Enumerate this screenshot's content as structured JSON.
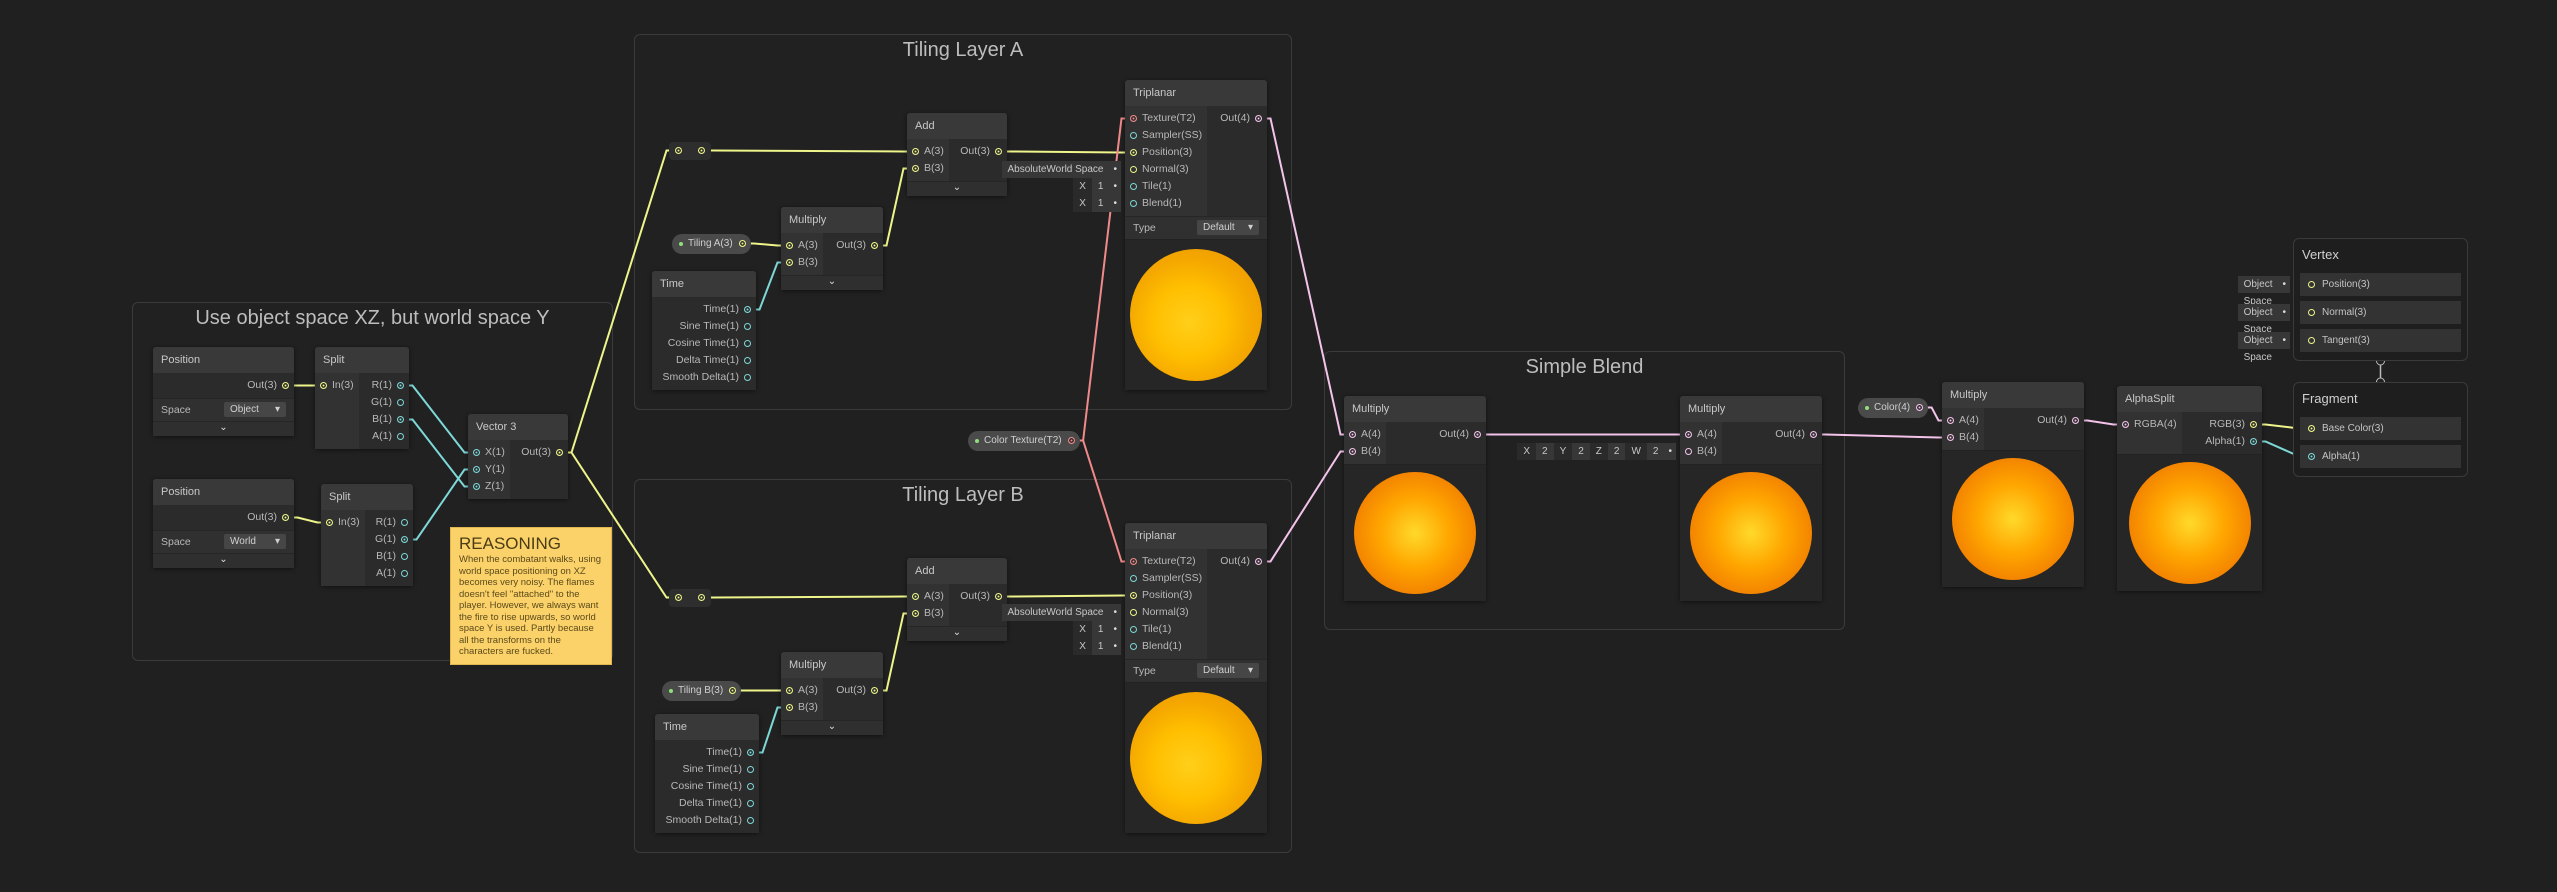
{
  "colors": {
    "vec3": "#eef58a",
    "float": "#7ed8d8",
    "vec4": "#f4c3ea",
    "texture": "#f08a8a",
    "background": "#202020",
    "note": "#fbd26a"
  },
  "groups": [
    {
      "id": "gObj",
      "title": "Use object space XZ, but world space Y"
    },
    {
      "id": "gA",
      "title": "Tiling Layer A"
    },
    {
      "id": "gB",
      "title": "Tiling Layer B"
    },
    {
      "id": "gBlend",
      "title": "Simple Blend"
    }
  ],
  "note": {
    "title": "REASONING",
    "body": "When the combatant walks, using world space positioning on XZ becomes very noisy. The flames doesn't feel \"attached\" to the player. However, we always want the fire to rise upwards, so world space Y is used. Partly because all the transforms on the characters are fucked."
  },
  "properties": [
    {
      "id": "tilA",
      "label": "Tiling A(3)",
      "type": "vec3"
    },
    {
      "id": "tilB",
      "label": "Tiling B(3)",
      "type": "vec3"
    },
    {
      "id": "colTex",
      "label": "Color Texture(T2)",
      "type": "texture"
    },
    {
      "id": "color",
      "label": "Color(4)",
      "type": "vec4"
    }
  ],
  "reroutes": [
    {
      "id": "rerA"
    },
    {
      "id": "rerB"
    }
  ],
  "nodes": [
    {
      "id": "pos1",
      "title": "Position",
      "outputs": [
        {
          "label": "Out(3)",
          "type": "vec3",
          "on": true
        }
      ],
      "props": [
        {
          "label": "Space",
          "value": "Object"
        }
      ],
      "collapse": "⌄"
    },
    {
      "id": "split1",
      "title": "Split",
      "inputs": [
        {
          "label": "In(3)",
          "type": "vec3",
          "on": true
        }
      ],
      "outputs": [
        {
          "label": "R(1)",
          "type": "float",
          "on": true
        },
        {
          "label": "G(1)",
          "type": "float"
        },
        {
          "label": "B(1)",
          "type": "float",
          "on": true
        },
        {
          "label": "A(1)",
          "type": "float"
        }
      ]
    },
    {
      "id": "pos2",
      "title": "Position",
      "outputs": [
        {
          "label": "Out(3)",
          "type": "vec3",
          "on": true
        }
      ],
      "props": [
        {
          "label": "Space",
          "value": "World"
        }
      ],
      "collapse": "⌄"
    },
    {
      "id": "split2",
      "title": "Split",
      "inputs": [
        {
          "label": "In(3)",
          "type": "vec3",
          "on": true
        }
      ],
      "outputs": [
        {
          "label": "R(1)",
          "type": "float"
        },
        {
          "label": "G(1)",
          "type": "float",
          "on": true
        },
        {
          "label": "B(1)",
          "type": "float"
        },
        {
          "label": "A(1)",
          "type": "float"
        }
      ]
    },
    {
      "id": "vec3",
      "title": "Vector 3",
      "inputs": [
        {
          "label": "X(1)",
          "type": "float",
          "on": true
        },
        {
          "label": "Y(1)",
          "type": "float",
          "on": true
        },
        {
          "label": "Z(1)",
          "type": "float",
          "on": true
        }
      ],
      "outputs": [
        {
          "label": "Out(3)",
          "type": "vec3",
          "on": true
        }
      ]
    },
    {
      "id": "addA",
      "title": "Add",
      "inputs": [
        {
          "label": "A(3)",
          "type": "vec3",
          "on": true
        },
        {
          "label": "B(3)",
          "type": "vec3",
          "on": true
        }
      ],
      "outputs": [
        {
          "label": "Out(3)",
          "type": "vec3",
          "on": true
        }
      ],
      "collapse": "⌄"
    },
    {
      "id": "mulA",
      "title": "Multiply",
      "inputs": [
        {
          "label": "A(3)",
          "type": "vec3",
          "on": true
        },
        {
          "label": "B(3)",
          "type": "vec3",
          "on": true
        }
      ],
      "outputs": [
        {
          "label": "Out(3)",
          "type": "vec3",
          "on": true
        }
      ],
      "collapse": "⌄"
    },
    {
      "id": "timeA",
      "title": "Time",
      "outputs": [
        {
          "label": "Time(1)",
          "type": "float",
          "on": true
        },
        {
          "label": "Sine Time(1)",
          "type": "float"
        },
        {
          "label": "Cosine Time(1)",
          "type": "float"
        },
        {
          "label": "Delta Time(1)",
          "type": "float"
        },
        {
          "label": "Smooth Delta(1)",
          "type": "float"
        }
      ]
    },
    {
      "id": "triA",
      "title": "Triplanar",
      "inputs": [
        {
          "label": "Texture(T2)",
          "type": "texture",
          "on": true
        },
        {
          "label": "Sampler(SS)",
          "type": "float"
        },
        {
          "label": "Position(3)",
          "type": "vec3",
          "on": true
        },
        {
          "label": "Normal(3)",
          "type": "vec3",
          "inline": {
            "text": "AbsoluteWorld Space"
          }
        },
        {
          "label": "Tile(1)",
          "type": "float",
          "inline": {
            "fields": [
              {
                "k": "X",
                "v": "1"
              }
            ]
          }
        },
        {
          "label": "Blend(1)",
          "type": "float",
          "inline": {
            "fields": [
              {
                "k": "X",
                "v": "1"
              }
            ]
          }
        }
      ],
      "outputs": [
        {
          "label": "Out(4)",
          "type": "vec4",
          "on": true
        }
      ],
      "props": [
        {
          "label": "Type",
          "value": "Default"
        }
      ],
      "preview": "plain"
    },
    {
      "id": "addB",
      "title": "Add",
      "inputs": [
        {
          "label": "A(3)",
          "type": "vec3",
          "on": true
        },
        {
          "label": "B(3)",
          "type": "vec3",
          "on": true
        }
      ],
      "outputs": [
        {
          "label": "Out(3)",
          "type": "vec3",
          "on": true
        }
      ],
      "collapse": "⌄"
    },
    {
      "id": "mulB",
      "title": "Multiply",
      "inputs": [
        {
          "label": "A(3)",
          "type": "vec3",
          "on": true
        },
        {
          "label": "B(3)",
          "type": "vec3",
          "on": true
        }
      ],
      "outputs": [
        {
          "label": "Out(3)",
          "type": "vec3",
          "on": true
        }
      ],
      "collapse": "⌄"
    },
    {
      "id": "timeB",
      "title": "Time",
      "outputs": [
        {
          "label": "Time(1)",
          "type": "float",
          "on": true
        },
        {
          "label": "Sine Time(1)",
          "type": "float"
        },
        {
          "label": "Cosine Time(1)",
          "type": "float"
        },
        {
          "label": "Delta Time(1)",
          "type": "float"
        },
        {
          "label": "Smooth Delta(1)",
          "type": "float"
        }
      ]
    },
    {
      "id": "triB",
      "title": "Triplanar",
      "inputs": [
        {
          "label": "Texture(T2)",
          "type": "texture",
          "on": true
        },
        {
          "label": "Sampler(SS)",
          "type": "float"
        },
        {
          "label": "Position(3)",
          "type": "vec3",
          "on": true
        },
        {
          "label": "Normal(3)",
          "type": "vec3",
          "inline": {
            "text": "AbsoluteWorld Space"
          }
        },
        {
          "label": "Tile(1)",
          "type": "float",
          "inline": {
            "fields": [
              {
                "k": "X",
                "v": "1"
              }
            ]
          }
        },
        {
          "label": "Blend(1)",
          "type": "float",
          "inline": {
            "fields": [
              {
                "k": "X",
                "v": "1"
              }
            ]
          }
        }
      ],
      "outputs": [
        {
          "label": "Out(4)",
          "type": "vec4",
          "on": true
        }
      ],
      "props": [
        {
          "label": "Type",
          "value": "Default"
        }
      ],
      "preview": "plain"
    },
    {
      "id": "sb1",
      "title": "Multiply",
      "inputs": [
        {
          "label": "A(4)",
          "type": "vec4",
          "on": true
        },
        {
          "label": "B(4)",
          "type": "vec4",
          "on": true
        }
      ],
      "outputs": [
        {
          "label": "Out(4)",
          "type": "vec4",
          "on": true
        }
      ],
      "preview": "hot"
    },
    {
      "id": "sb2",
      "title": "Multiply",
      "inputs": [
        {
          "label": "A(4)",
          "type": "vec4",
          "on": true
        },
        {
          "label": "B(4)",
          "type": "vec4",
          "inline": {
            "fields": [
              {
                "k": "X",
                "v": "2"
              },
              {
                "k": "Y",
                "v": "2"
              },
              {
                "k": "Z",
                "v": "2"
              },
              {
                "k": "W",
                "v": "2"
              }
            ]
          }
        }
      ],
      "outputs": [
        {
          "label": "Out(4)",
          "type": "vec4",
          "on": true
        }
      ],
      "preview": "hot"
    },
    {
      "id": "mul3",
      "title": "Multiply",
      "inputs": [
        {
          "label": "A(4)",
          "type": "vec4",
          "on": true
        },
        {
          "label": "B(4)",
          "type": "vec4",
          "on": true
        }
      ],
      "outputs": [
        {
          "label": "Out(4)",
          "type": "vec4",
          "on": true
        }
      ],
      "preview": "hot"
    },
    {
      "id": "asplit",
      "title": "AlphaSplit",
      "inputs": [
        {
          "label": "RGBA(4)",
          "type": "vec4",
          "on": true
        }
      ],
      "outputs": [
        {
          "label": "RGB(3)",
          "type": "vec3",
          "on": true
        },
        {
          "label": "Alpha(1)",
          "type": "float",
          "on": true
        }
      ],
      "preview": "hot"
    }
  ],
  "contexts": [
    {
      "id": "vertex",
      "title": "Vertex",
      "blocks": [
        {
          "label": "Position(3)",
          "type": "vec3",
          "inline": "Object Space"
        },
        {
          "label": "Normal(3)",
          "type": "vec3",
          "inline": "Object Space"
        },
        {
          "label": "Tangent(3)",
          "type": "vec3",
          "inline": "Object Space"
        }
      ]
    },
    {
      "id": "fragment",
      "title": "Fragment",
      "blocks": [
        {
          "label": "Base Color(3)",
          "type": "vec3",
          "on": true
        },
        {
          "label": "Alpha(1)",
          "type": "float",
          "on": true
        }
      ]
    }
  ]
}
